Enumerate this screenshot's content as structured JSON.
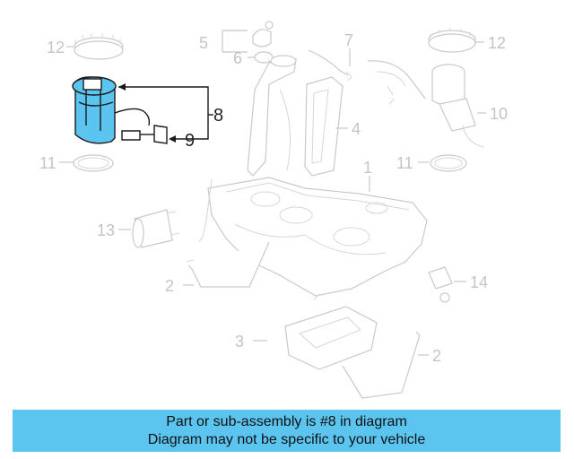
{
  "diagram": {
    "callouts": [
      {
        "id": "1",
        "label": "1"
      },
      {
        "id": "2a",
        "label": "2"
      },
      {
        "id": "2b",
        "label": "2"
      },
      {
        "id": "3",
        "label": "3"
      },
      {
        "id": "4",
        "label": "4"
      },
      {
        "id": "5",
        "label": "5"
      },
      {
        "id": "6",
        "label": "6"
      },
      {
        "id": "7",
        "label": "7"
      },
      {
        "id": "8",
        "label": "8"
      },
      {
        "id": "9",
        "label": "9"
      },
      {
        "id": "10",
        "label": "10"
      },
      {
        "id": "11a",
        "label": "11"
      },
      {
        "id": "11b",
        "label": "11"
      },
      {
        "id": "12a",
        "label": "12"
      },
      {
        "id": "12b",
        "label": "12"
      },
      {
        "id": "13",
        "label": "13"
      },
      {
        "id": "14",
        "label": "14"
      }
    ],
    "highlighted_part": "8",
    "highlight_color": "#5bc4ef"
  },
  "banner": {
    "line1": "Part or sub-assembly is #8 in diagram",
    "line2": "Diagram may not be specific to your vehicle",
    "background": "#5bc4ef"
  }
}
